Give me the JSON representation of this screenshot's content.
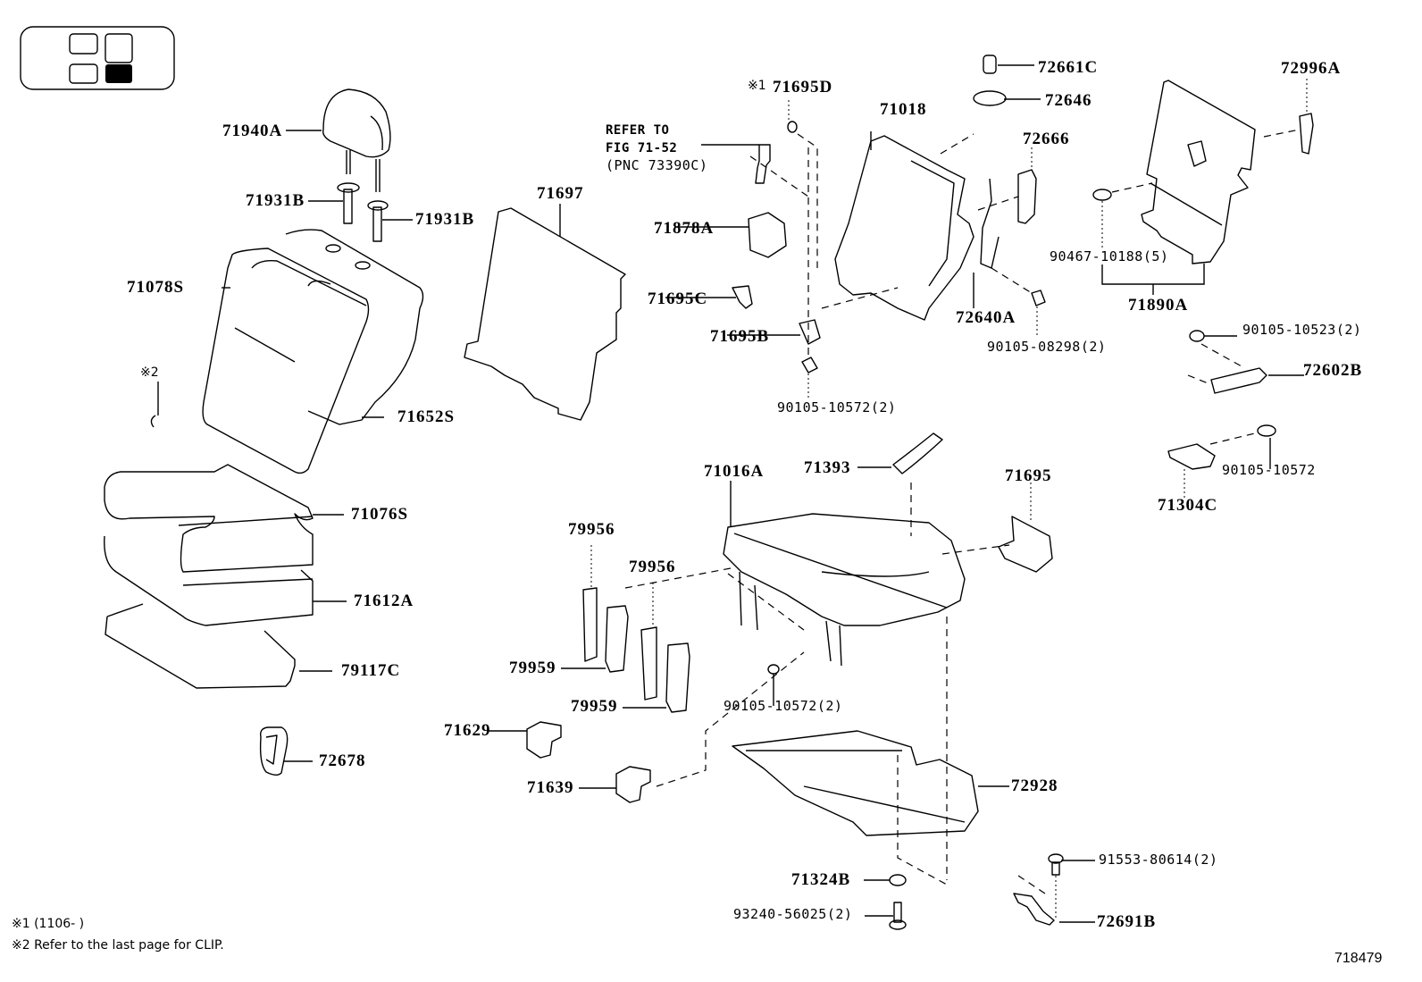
{
  "diagram": {
    "type": "exploded-parts-diagram",
    "subject": "Rear seat assembly",
    "figure_number": "718479",
    "position_indicator": {
      "cells": [
        "front-left",
        "front-right",
        "rear-left",
        "rear-right"
      ],
      "highlighted": "rear-right"
    },
    "parts": {
      "p71940A": "71940A",
      "p71931B_left": "71931B",
      "p71931B_right": "71931B",
      "p71078S": "71078S",
      "p71652S": "71652S",
      "clip_note": "※2",
      "p71076S": "71076S",
      "p71612A": "71612A",
      "p79117C": "79117C",
      "p72678": "72678",
      "p71697": "71697",
      "p71695D_mark": "※1",
      "p71695D": "71695D",
      "refer_line1": "REFER TO",
      "refer_line2": "FIG 71-52",
      "refer_line3": "(PNC 73390C)",
      "p71018": "71018",
      "p72661C": "72661C",
      "p72646": "72646",
      "p72666": "72666",
      "p71878A": "71878A",
      "p71695C": "71695C",
      "p71695B": "71695B",
      "p72640A": "72640A",
      "p90105_08298": "90105-08298(2)",
      "p90105_10572_a": "90105-10572(2)",
      "p72996A": "72996A",
      "p90467_10188": "90467-10188(5)",
      "p71890A": "71890A",
      "p90105_10523": "90105-10523(2)",
      "p72602B": "72602B",
      "p90105_10572_b": "90105-10572",
      "p71304C": "71304C",
      "p71016A": "71016A",
      "p71393": "71393",
      "p71695": "71695",
      "p79956_a": "79956",
      "p79956_b": "79956",
      "p79959_a": "79959",
      "p79959_b": "79959",
      "p71629": "71629",
      "p71639": "71639",
      "p90105_10572_c": "90105-10572(2)",
      "p72928": "72928",
      "p71324B": "71324B",
      "p93240_56025": "93240-56025(2)",
      "p91553_80614": "91553-80614(2)",
      "p72691B": "72691B"
    },
    "notes": {
      "note1": "※1 (1106-      )",
      "note2": "※2  Refer to the last page for CLIP."
    }
  }
}
